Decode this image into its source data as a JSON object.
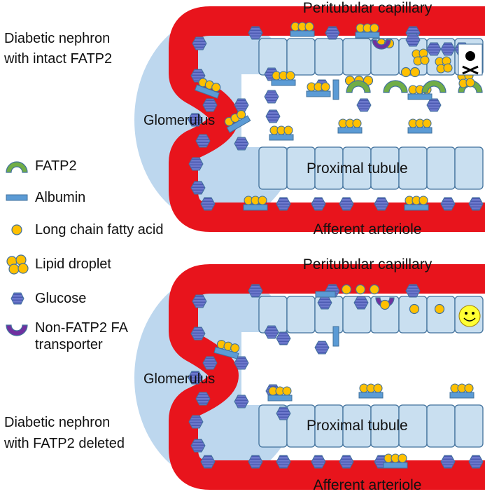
{
  "top_panel": {
    "title_line1": "Diabetic nephron",
    "title_line2": "with intact FATP2",
    "peritubular_label": "Peritubular capillary",
    "glomerulus_label": "Glomerulus",
    "proximal_label": "Proximal tubule",
    "afferent_label": "Afferent arteriole",
    "cell_status": "skull-crossbones-icon"
  },
  "bottom_panel": {
    "title_line1": "Diabetic nephron",
    "title_line2": "with FATP2 deleted",
    "peritubular_label": "Peritubular capillary",
    "glomerulus_label": "Glomerulus",
    "proximal_label": "Proximal tubule",
    "afferent_label": "Afferent arteriole",
    "cell_status": "smiley-face-icon"
  },
  "legend": [
    {
      "icon": "fatp2-icon",
      "label": "FATP2"
    },
    {
      "icon": "albumin-icon",
      "label": "Albumin"
    },
    {
      "icon": "fatty-acid-icon",
      "label": "Long chain fatty acid"
    },
    {
      "icon": "lipid-droplet-icon",
      "label": "Lipid droplet"
    },
    {
      "icon": "glucose-icon",
      "label": "Glucose"
    },
    {
      "icon": "non-fatp2-transporter-icon",
      "label_line1": "Non-FATP2 FA",
      "label_line2": "transporter"
    }
  ],
  "colors": {
    "vessel": "#e8141c",
    "glomerulus": "#bdd7ee",
    "cell_fill": "#c9dff0",
    "cell_border": "#41719c",
    "fatp2": "#70ad47",
    "albumin": "#5b9bd5",
    "fatty_acid": "#ffc000",
    "glucose": "#6872c8",
    "non_fatp2": "#7030a0"
  }
}
